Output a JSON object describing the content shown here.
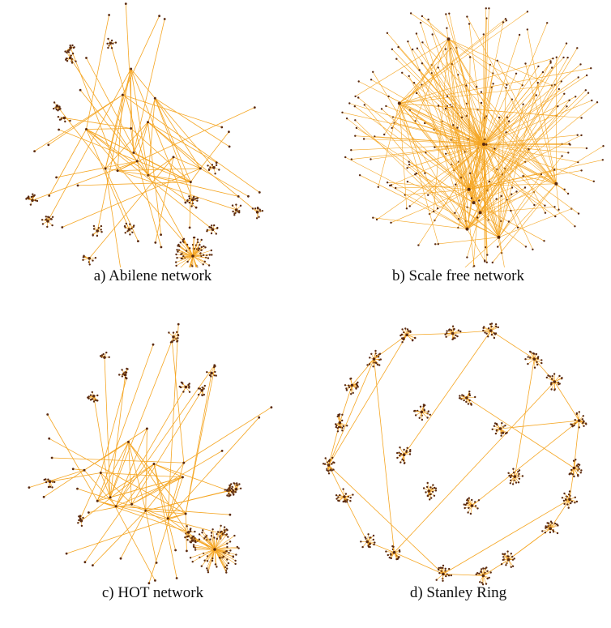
{
  "figure": {
    "panels": [
      {
        "key": "a",
        "caption": "a) Abilene network",
        "topology": "tree-with-hub-clusters",
        "large_hub_cluster_position": "bottom-right"
      },
      {
        "key": "b",
        "caption": "b) Scale free network",
        "topology": "scale-free",
        "dominant_hub_position": "center"
      },
      {
        "key": "c",
        "caption": "c) HOT network",
        "topology": "heuristically-optimized-tree",
        "large_hub_cluster_position": "bottom-right"
      },
      {
        "key": "d",
        "caption": "d) Stanley Ring",
        "topology": "ring-of-clusters"
      }
    ],
    "colors": {
      "edge": "#f5a623",
      "node": "#5a2a10",
      "background": "#ffffff"
    }
  }
}
